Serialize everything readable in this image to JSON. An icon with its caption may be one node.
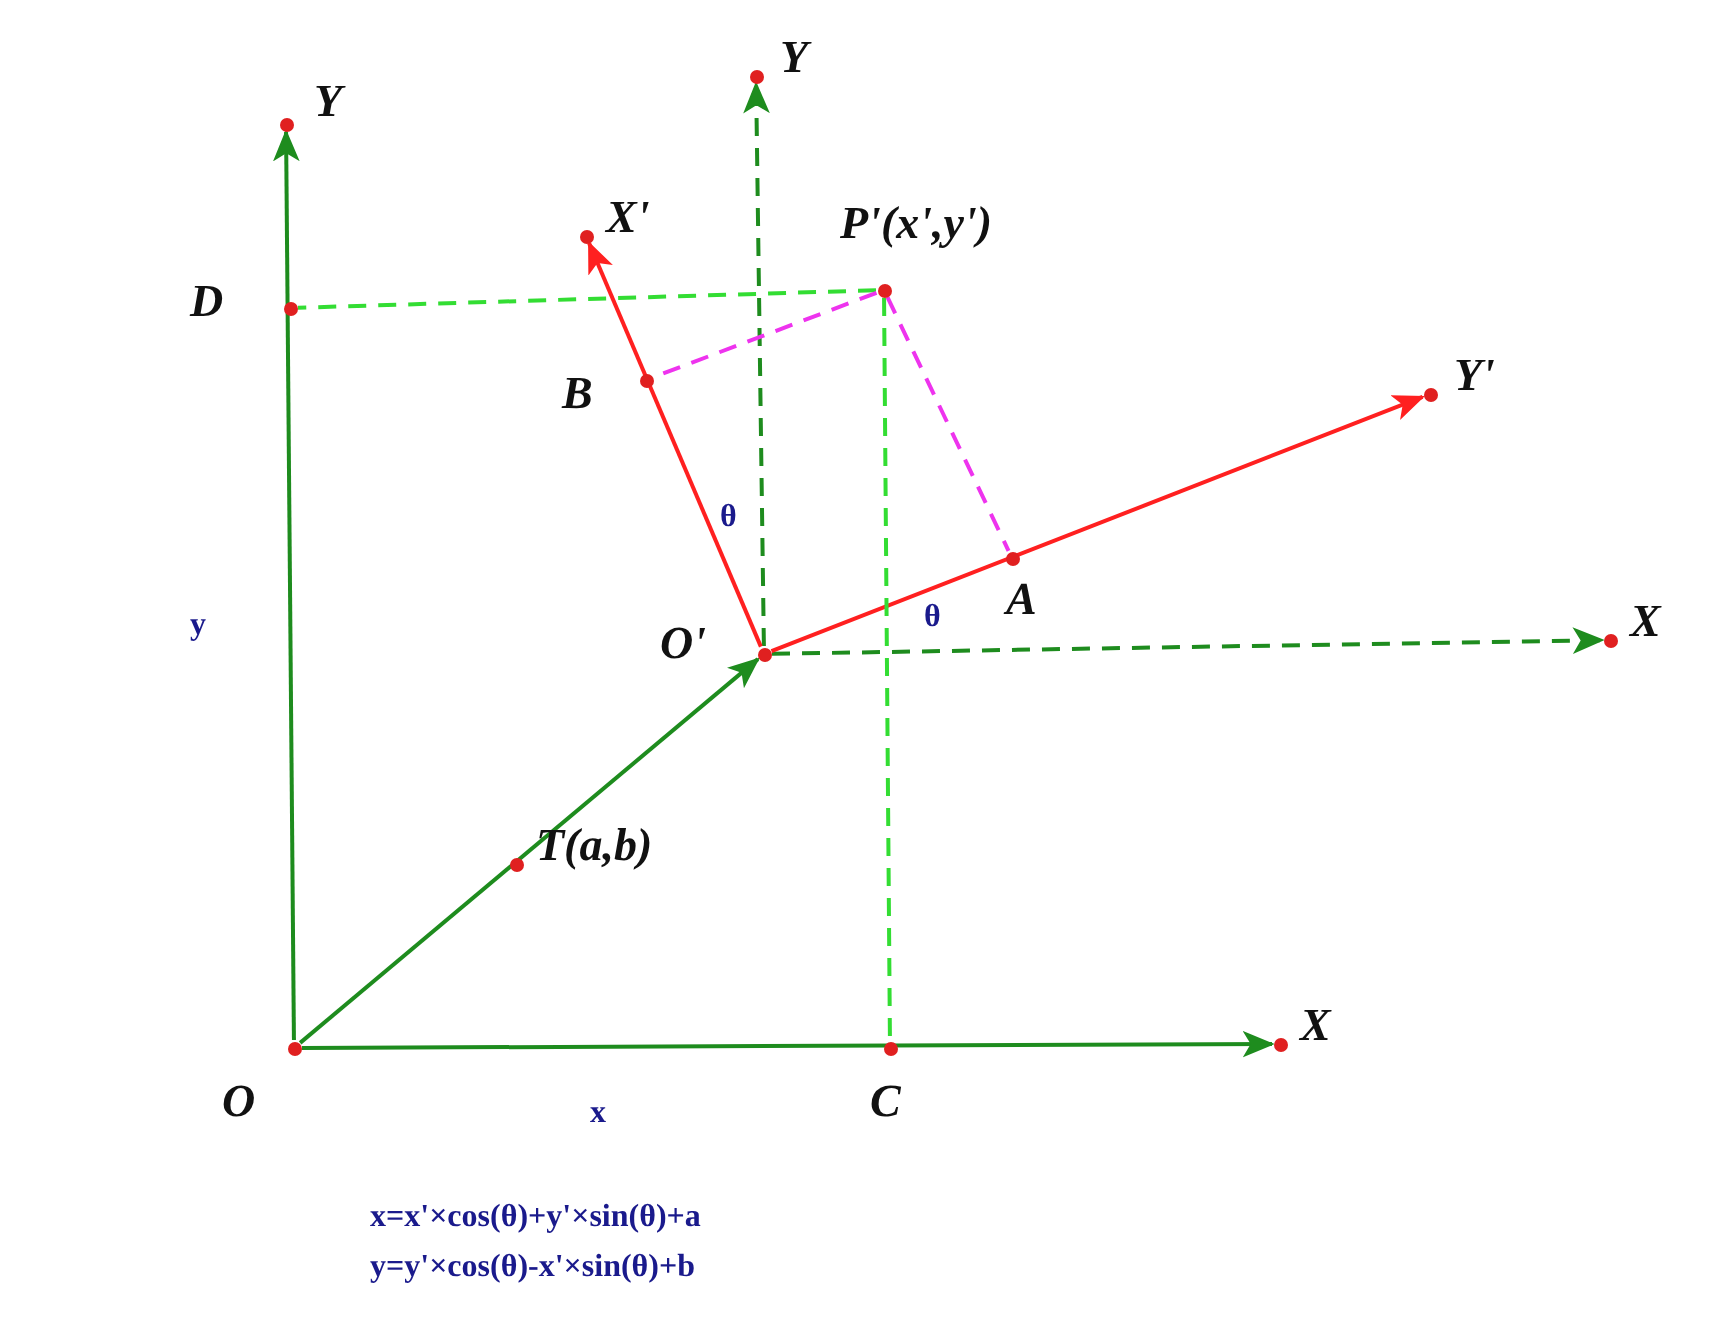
{
  "diagram": {
    "nodes": [
      {
        "text": [
          "Y"
        ]
      },
      {
        "text": [
          "Y"
        ]
      },
      {
        "text": [
          "X'"
        ]
      },
      {
        "text": [
          "P'(x',y')"
        ]
      },
      {
        "text": [
          "D"
        ]
      },
      {
        "text": [
          "B"
        ]
      },
      {
        "text": [
          "Y'"
        ]
      },
      {
        "text": [
          "A"
        ]
      },
      {
        "text": [
          "O'"
        ]
      },
      {
        "text": [
          "X"
        ]
      },
      {
        "text": [
          "T(a,b)"
        ]
      },
      {
        "text": [
          "O"
        ]
      },
      {
        "text": [
          "C"
        ]
      },
      {
        "text": [
          "X"
        ]
      }
    ],
    "edges": [
      {
        "from": 11,
        "to": 13,
        "arrow": "to"
      },
      {
        "from": 11,
        "to": 0,
        "arrow": "to"
      },
      {
        "from": 11,
        "to": 8,
        "arrow": "to"
      },
      {
        "from": 8,
        "to": 1,
        "arrow": "to",
        "style": "dashed"
      },
      {
        "from": 8,
        "to": 9,
        "arrow": "to",
        "style": "dashed"
      },
      {
        "from": 8,
        "to": 2,
        "arrow": "to",
        "color": "#ff2020"
      },
      {
        "from": 8,
        "to": 6,
        "arrow": "to",
        "color": "#ff2020"
      },
      {
        "from": 3,
        "to": 4,
        "arrow": "none",
        "style": "dashed",
        "color": "#33dd33"
      },
      {
        "from": 3,
        "to": 12,
        "arrow": "none",
        "style": "dashed",
        "color": "#33dd33"
      },
      {
        "from": 3,
        "to": 5,
        "arrow": "none",
        "style": "dashed",
        "color": "#ee33ee"
      },
      {
        "from": 3,
        "to": 7,
        "arrow": "none",
        "style": "dashed",
        "color": "#ee33ee"
      }
    ],
    "labels": [
      "θ",
      "y",
      "θ",
      "x",
      "x=x'×cos(θ)+y'×sin(θ)+a",
      "y=y'×cos(θ)-x'×sin(θ)+b"
    ]
  }
}
